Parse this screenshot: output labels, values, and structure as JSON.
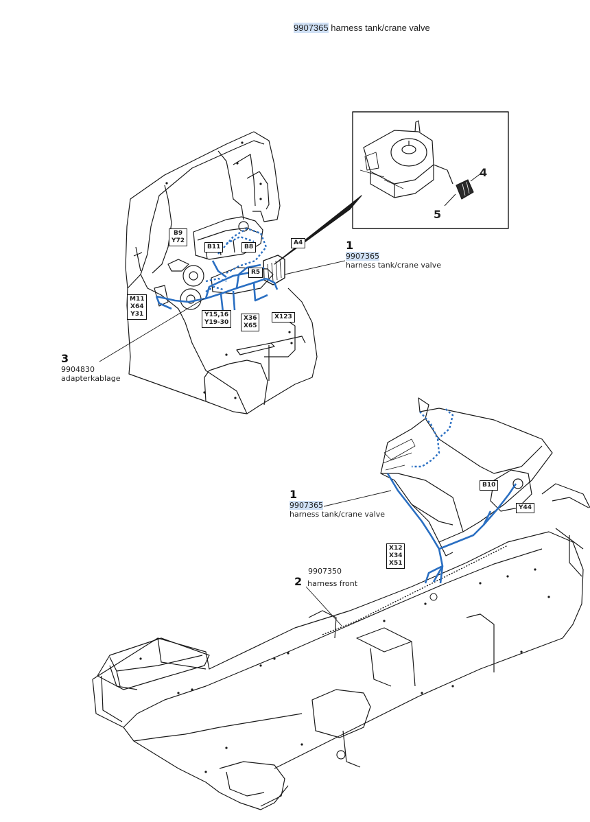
{
  "header": {
    "part_no": "9907365",
    "desc": "harness tank/crane valve"
  },
  "callouts": [
    {
      "num": "1",
      "code": "9907365",
      "text": "harness tank/crane valve"
    },
    {
      "num": "3",
      "code": "9904830",
      "text": "adapterkablage"
    },
    {
      "num": "1",
      "code": "9907365",
      "text": "harness tank/crane valve"
    },
    {
      "num": "2",
      "code": "9907350",
      "text": "harness front"
    }
  ],
  "tags": [
    "B9\nY72",
    "B11",
    "B8",
    "A4",
    "R5",
    "M11\nX64\nY31",
    "Y15,16\nY19-30",
    "X36\nX65",
    "X123",
    "B10",
    "Y44",
    "X12\nX34\nX51"
  ],
  "inset_labels": [
    "4",
    "5"
  ],
  "colors": {
    "harness": "#2a6fc2",
    "highlight": "#cfe0f5",
    "line": "#1a1a1a"
  }
}
